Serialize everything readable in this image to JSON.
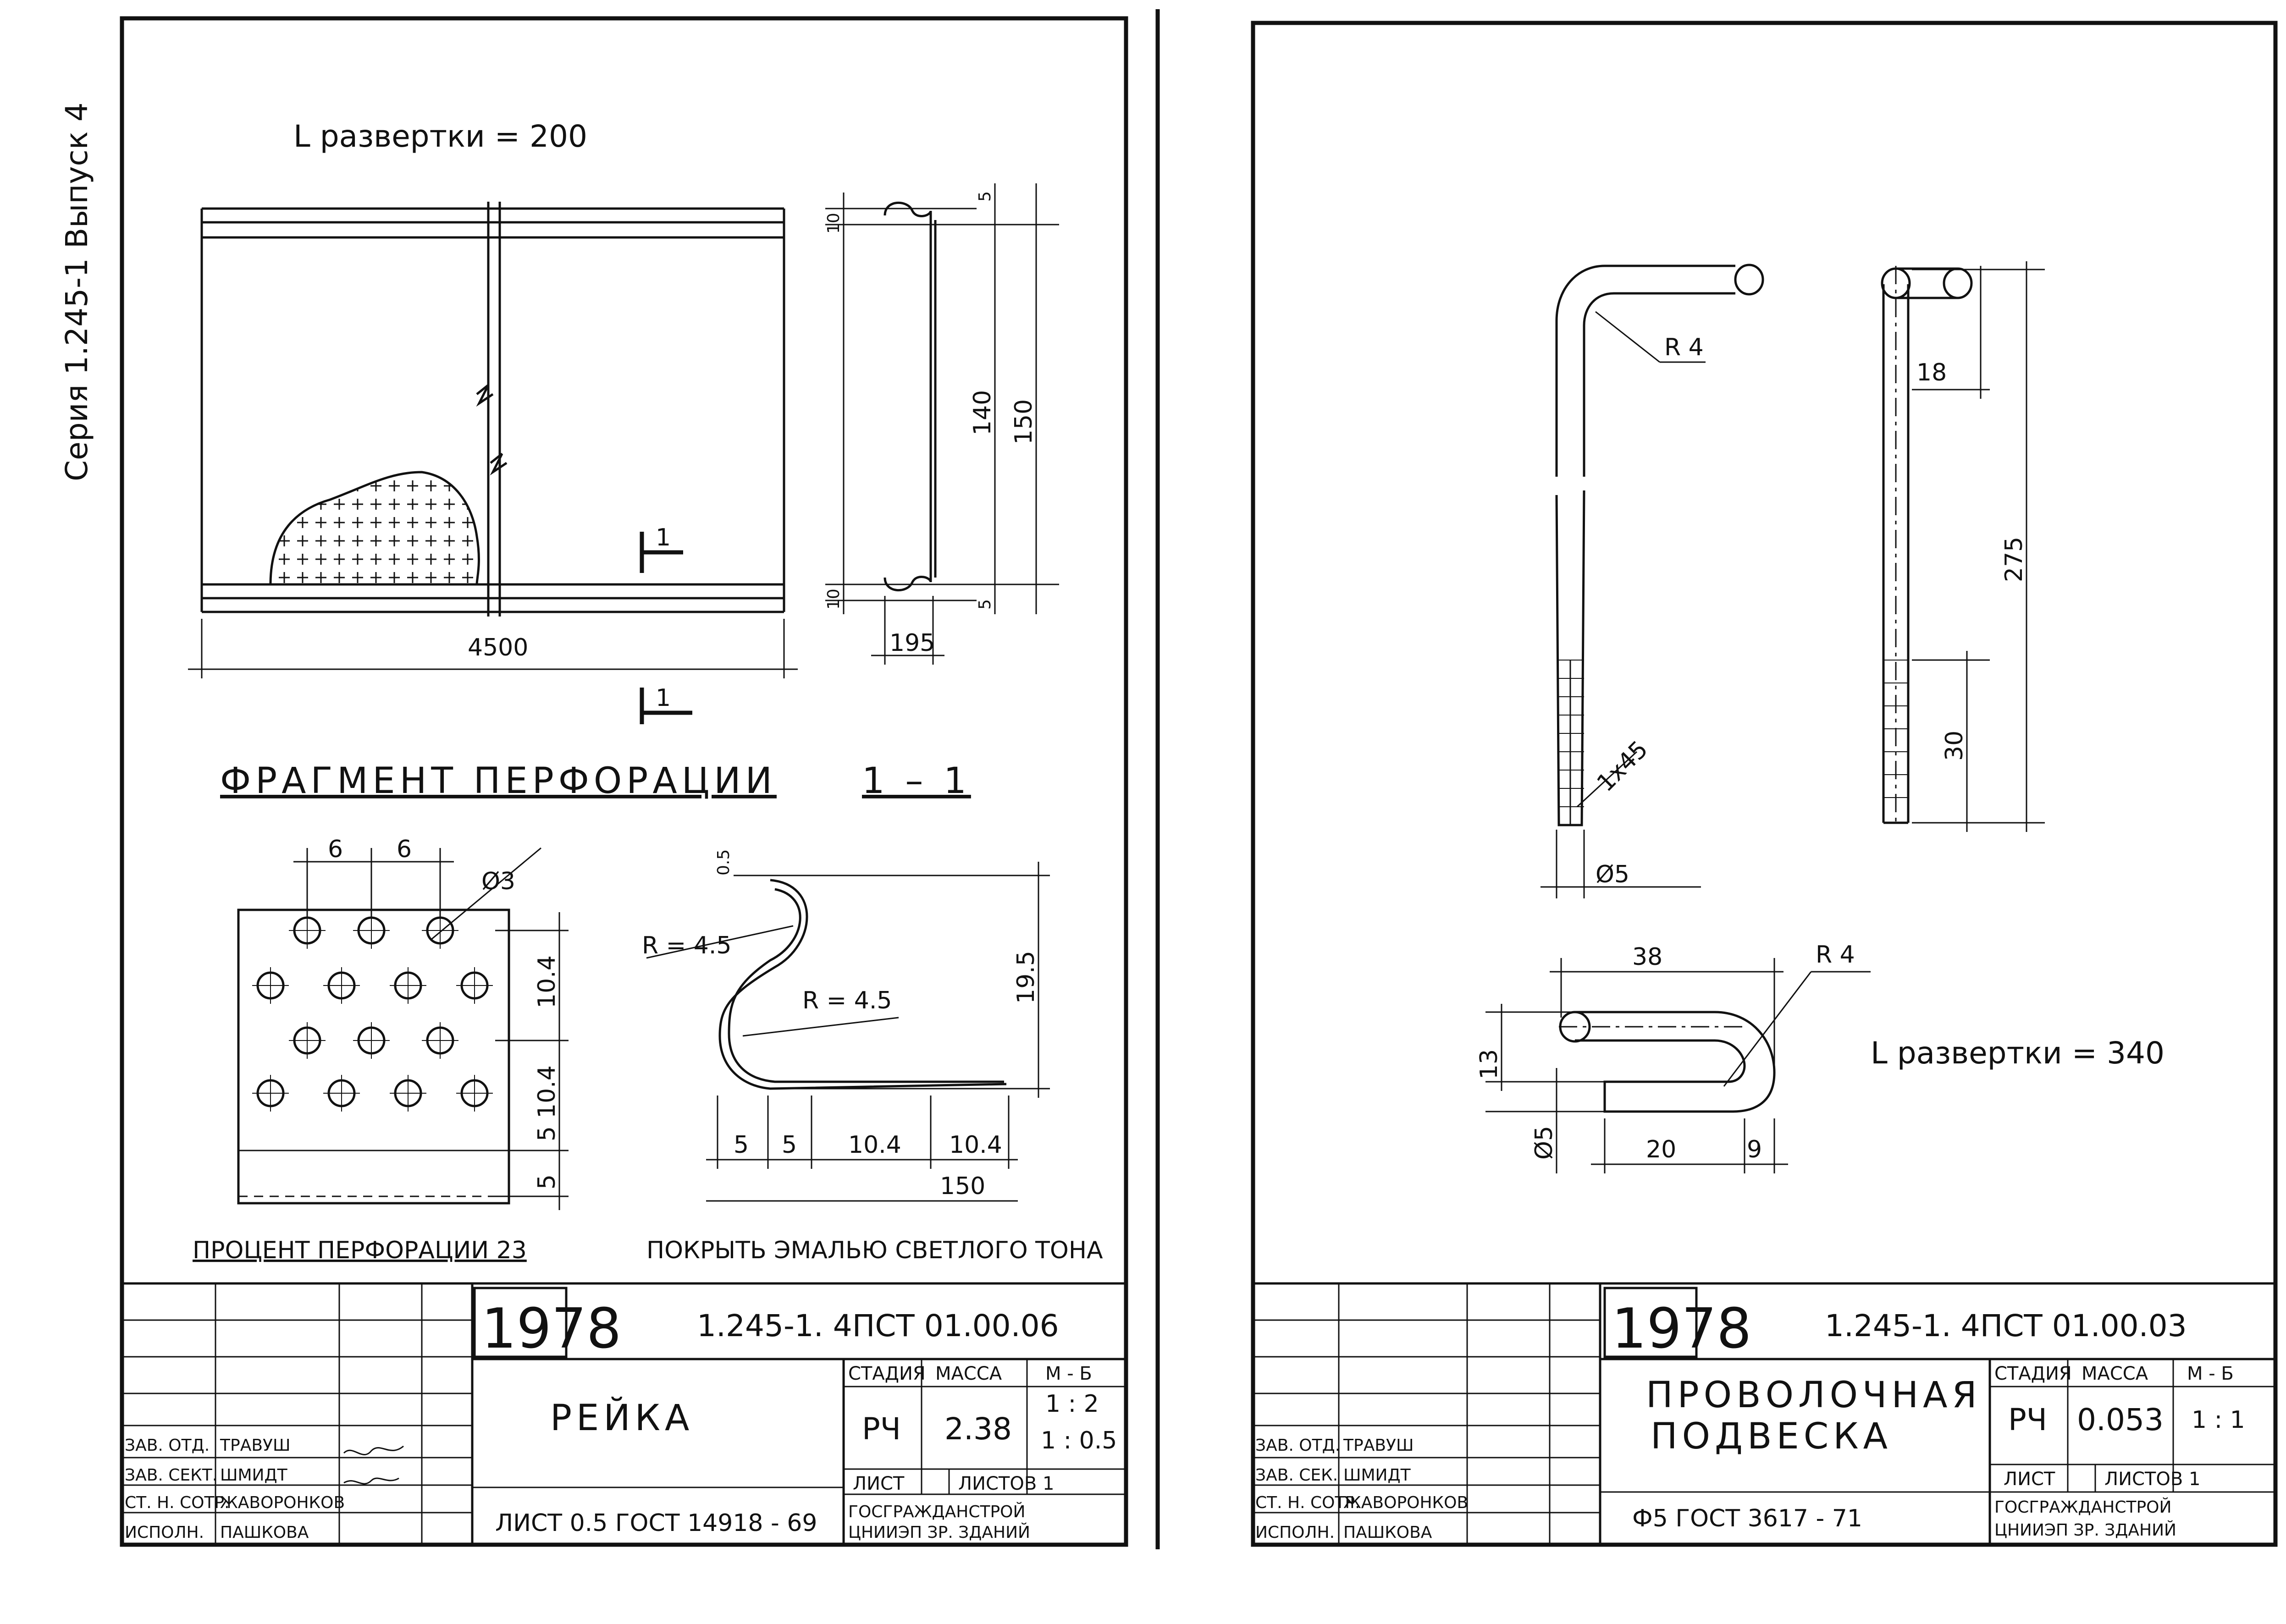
{
  "series_stamp": "Серия 1.245-1 Выпуск 4",
  "left_sheet": {
    "unfold_length": "L развертки = 200",
    "dims": {
      "length": "4500",
      "top_gap": "10",
      "top_tip": "5",
      "inner": "140",
      "overall": "150",
      "bottom_gap": "10",
      "bottom_tip": "5",
      "flange_width": "195"
    },
    "section_mark": "1",
    "perforation_title": "ФРАГМЕНТ ПЕРФОРАЦИИ",
    "section_title": "1 – 1",
    "perf_dims": {
      "pitch_a": "6",
      "pitch_b": "6",
      "hole": "Ø3",
      "row1": "10.4",
      "row2": "10.4",
      "row3": "5",
      "row4": "5"
    },
    "section_dims": {
      "thickness": "0.5",
      "radius_top": "R = 4.5",
      "radius_bot": "R = 4.5",
      "height": "19.5",
      "b1": "5",
      "b2": "5",
      "b3": "10.4",
      "b4": "10.4",
      "total": "150"
    },
    "perforation_percent": "ПРОЦЕНТ ПЕРФОРАЦИИ 23",
    "coating_note": "ПОКРЫТЬ ЭМАЛЬЮ СВЕТЛОГО ТОНА",
    "title_block": {
      "year": "1978",
      "doc_code": "1.245-1. 4ПСТ 01.00.06",
      "name": "РЕЙКА",
      "material": "ЛИСТ 0.5 ГОСТ 14918 - 69",
      "headers": [
        "СТАДИЯ",
        "МАССА",
        "М - Б"
      ],
      "stage": "РЧ",
      "mass": "2.38",
      "scale": [
        "1 : 2",
        "1 : 0.5"
      ],
      "sheet_label": "ЛИСТ",
      "sheets_label": "ЛИСТОВ 1",
      "org": [
        "ГОСГРАЖДАНСТРОЙ",
        "ЦНИИЭП ЗР. ЗДАНИЙ"
      ],
      "roles": [
        "ЗАВ. ОТД.",
        "ЗАВ. СЕКТ.",
        "СТ. Н. СОТР.",
        "ИСПОЛН."
      ],
      "names": [
        "ТРАВУШ",
        "ШМИДТ",
        "ЖАВОРОНКОВ",
        "ПАШКОВА"
      ]
    }
  },
  "right_sheet": {
    "dims": {
      "bend_radius": "R 4",
      "top_width": "18",
      "length": "275",
      "thread_len": "30",
      "chamfer": "1x45",
      "diameter": "Ø5",
      "hook_width": "38",
      "hook_radius": "R 4",
      "hook_height": "13",
      "hook_dia": "Ø5",
      "hook_leg": "20",
      "hook_end": "9"
    },
    "unfold_length": "L развертки = 340",
    "title_block": {
      "year": "1978",
      "doc_code": "1.245-1. 4ПСТ 01.00.03",
      "name": [
        "ПРОВОЛОЧНАЯ",
        "ПОДВЕСКА"
      ],
      "material": "Ф5 ГОСТ 3617 - 71",
      "headers": [
        "СТАДИЯ",
        "МАССА",
        "М - Б"
      ],
      "stage": "РЧ",
      "mass": "0.053",
      "scale": "1 : 1",
      "sheet_label": "ЛИСТ",
      "sheets_label": "ЛИСТОВ 1",
      "org": [
        "ГОСГРАЖДАНСТРОЙ",
        "ЦНИИЭП ЗР. ЗДАНИЙ"
      ],
      "roles": [
        "ЗАВ. ОТД.",
        "ЗАВ. СЕК.",
        "СТ. Н. СОТР.",
        "ИСПОЛН."
      ],
      "names": [
        "ТРАВУШ",
        "ШМИДТ",
        "ЖАВОРОНКОВ",
        "ПАШКОВА"
      ]
    }
  }
}
